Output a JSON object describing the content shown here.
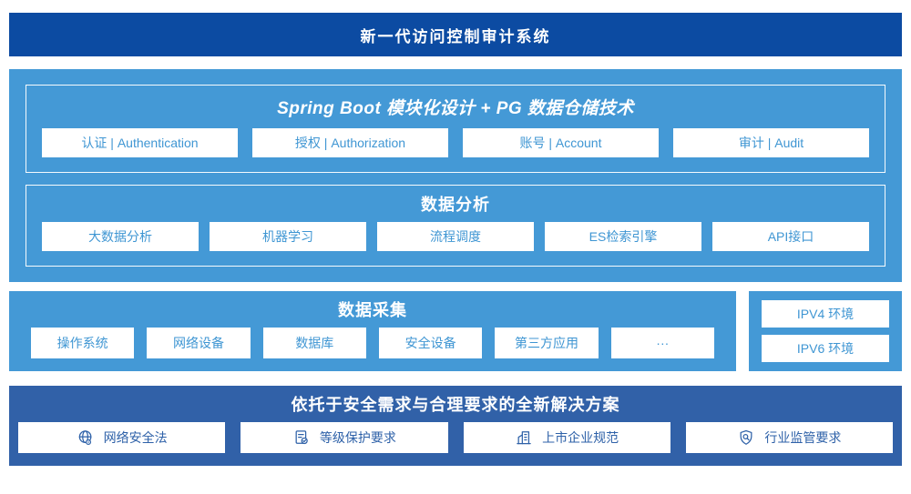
{
  "colors": {
    "banner_blue": "#0C4BA2",
    "panel_blue": "#4499D6",
    "bottom_blue": "#3161A8",
    "box_text_blue": "#3F96D3",
    "bottom_text_blue": "#2E61A8"
  },
  "header": {
    "title": "新一代访问控制审计系统"
  },
  "platform": {
    "spring": {
      "title": "Spring Boot 模块化设计 + PG 数据仓储技术",
      "items": [
        "认证 | Authentication",
        "授权 | Authorization",
        "账号 | Account",
        "审计 | Audit"
      ]
    },
    "analysis": {
      "title": "数据分析",
      "items": [
        "大数据分析",
        "机器学习",
        "流程调度",
        "ES检索引擎",
        "API接口"
      ]
    }
  },
  "collection": {
    "title": "数据采集",
    "items": [
      "操作系统",
      "网络设备",
      "数据库",
      "安全设备",
      "第三方应用",
      "···"
    ]
  },
  "environments": {
    "items": [
      "IPV4 环境",
      "IPV6 环境"
    ]
  },
  "solution": {
    "title": "依托于安全需求与合理要求的全新解决方案",
    "items": [
      {
        "icon": "globe-icon",
        "label": "网络安全法"
      },
      {
        "icon": "document-check-icon",
        "label": "等级保护要求"
      },
      {
        "icon": "building-icon",
        "label": "上市企业规范"
      },
      {
        "icon": "shield-search-icon",
        "label": "行业监管要求"
      }
    ]
  }
}
